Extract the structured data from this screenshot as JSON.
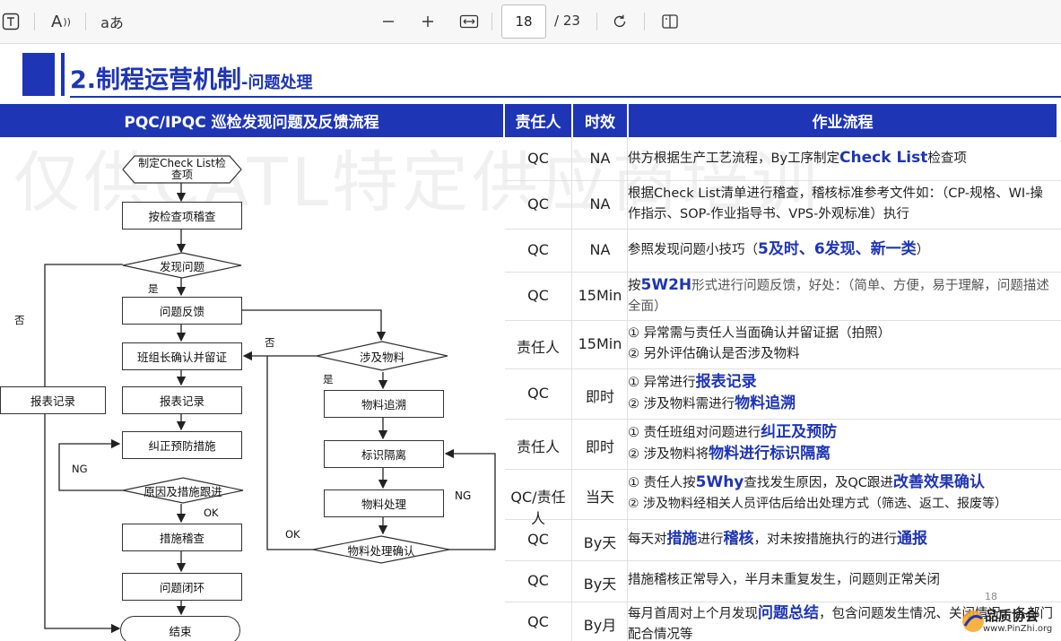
{
  "toolbar": {
    "page_current": "18",
    "page_total": "/ 23",
    "icons": [
      "text-box-icon",
      "read-aloud-icon",
      "translate-icon",
      "zoom-out-icon",
      "zoom-in-icon",
      "fit-width-icon",
      "rotate-icon",
      "page-view-icon"
    ],
    "read_aloud_glyph": "A",
    "translate_glyph": "aあ"
  },
  "slide": {
    "title": "2.制程运营机制",
    "subtitle": "-问题处理",
    "watermark": "仅供CATL特定供应商培训",
    "page_number": "18",
    "logo_main": "品质协会",
    "logo_url": "www.PinZhi.org",
    "headers": {
      "flow": "PQC/IPQC 巡检发现问题及反馈流程",
      "owner": "责任人",
      "time": "时效",
      "process": "作业流程"
    },
    "flow": {
      "start": "制定Check List检查项",
      "check": "按检查项稽查",
      "found": "发现问题",
      "feedback": "问题反馈",
      "confirm": "班组长确认并留证",
      "report": "报表记录",
      "report_left": "报表记录",
      "correct": "纠正预防措施",
      "follow": "原因及措施跟进",
      "audit": "措施稽查",
      "close": "问题闭环",
      "end": "结束",
      "material": "涉及物料",
      "trace": "物料追溯",
      "mark": "标识隔离",
      "handle": "物料处理",
      "handle_confirm": "物料处理确认",
      "yes1": "是",
      "no1": "否",
      "yes2": "是",
      "no2": "否",
      "ng1": "NG",
      "ok1": "OK",
      "ng2": "NG",
      "ok2": "OK"
    },
    "rows": [
      {
        "owner": "QC",
        "time": "NA",
        "t1": "供方根据生产工艺流程，By工序制定",
        "h1": "Check List",
        "t2": "检查项"
      },
      {
        "owner": "QC",
        "time": "NA",
        "t1": "根据Check List清单进行稽查，稽核标准参考文件如：（CP-规格、WI-操作指示、SOP-作业指导书、VPS-外观标准）执行"
      },
      {
        "owner": "QC",
        "time": "NA",
        "t1": "参照发现问题小技巧（",
        "h1": "5及时、6发现、新一类",
        "t2": "）"
      },
      {
        "owner": "QC",
        "time": "15Min",
        "t1": "按",
        "h1": "5W2H",
        "t2": "形式进行问题反馈，好处：（简单、方便，易于理解，问题描述全面）"
      },
      {
        "owner": "责任人",
        "time": "15Min",
        "l1": "① 异常需与责任人当面确认并留证据（拍照）",
        "l2": "② 另外评估确认是否涉及物料"
      },
      {
        "owner": "QC",
        "time": "即时",
        "l1a": "① 异常进行",
        "l1h": "报表记录",
        "l2a": "② 涉及物料需进行",
        "l2h": "物料追溯"
      },
      {
        "owner": "责任人",
        "time": "即时",
        "l1a": "① 责任班组对问题进行",
        "l1h": "纠正及预防",
        "l2a": "② 涉及物料将",
        "l2h": "物料进行标识隔离"
      },
      {
        "owner": "QC/责任人",
        "time": "当天",
        "l1a": "① 责任人按",
        "l1h": "5Why",
        "l1b": "查找发生原因，及QC跟进",
        "l1h2": "改善效果确认",
        "l2": "② 涉及物料经相关人员评估后给出处理方式（筛选、返工、报废等）"
      },
      {
        "owner": "QC",
        "time": "By天",
        "t1": "每天对",
        "h1": "措施",
        "t2": "进行",
        "h2": "稽核",
        "t3": "，对未按措施执行的进行",
        "h3": "通报"
      },
      {
        "owner": "QC",
        "time": "By天",
        "t1": "措施稽核正常导入，半月未重复发生，问题则正常关闭"
      },
      {
        "owner": "QC",
        "time": "By月",
        "t1": "每月首周对上个月发现",
        "h1": "问题总结",
        "t2": "，包含问题发生情况、关闭情况、各部门配合情况等"
      }
    ]
  }
}
